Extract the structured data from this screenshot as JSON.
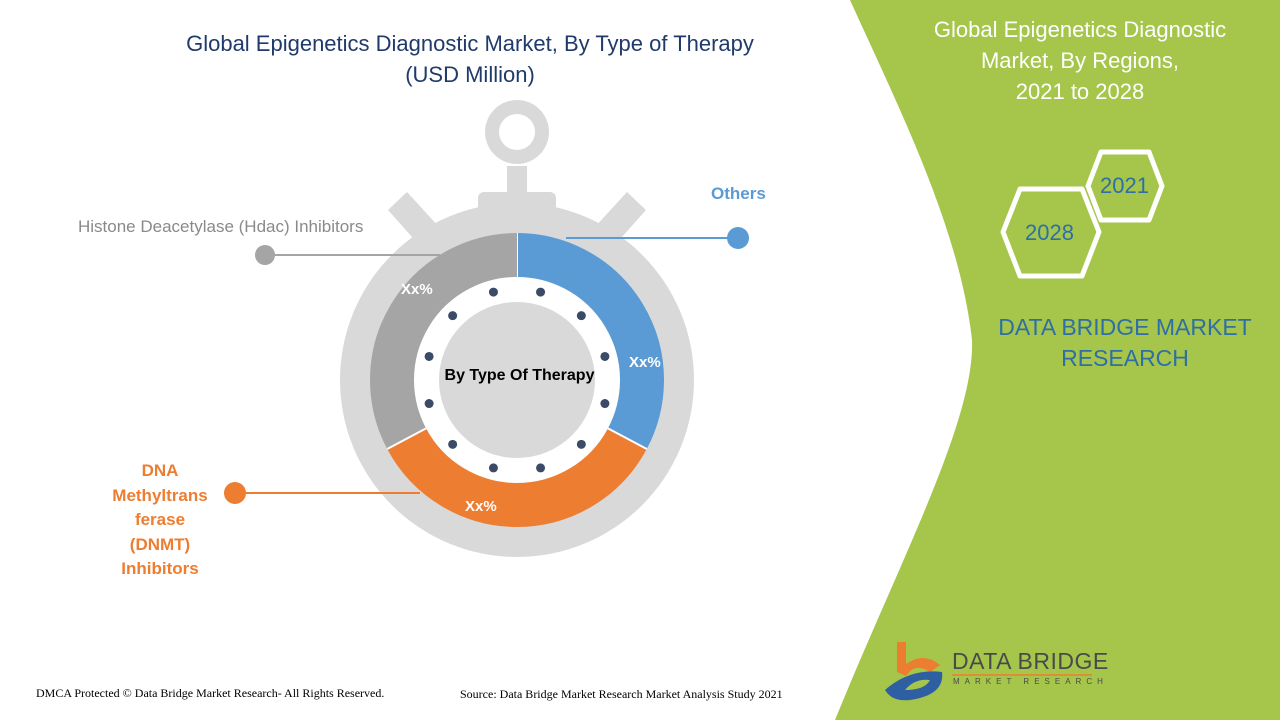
{
  "header": {
    "title_line1": "Global Epigenetics Diagnostic Market, By Type of Therapy",
    "title_line2": "(USD Million)"
  },
  "right_panel": {
    "title_line1": "Global Epigenetics Diagnostic",
    "title_line2": "Market, By Regions,",
    "title_line3": "2021 to 2028",
    "year_start": "2021",
    "year_end": "2028",
    "brand_line1": "DATA BRIDGE MARKET",
    "brand_line2": "RESEARCH",
    "color": "#a5c64a"
  },
  "chart_data": {
    "type": "pie",
    "title": "Global Epigenetics Diagnostic Market, By Type of Therapy (USD Million)",
    "center_label": "By Type Of Therapy",
    "segments": [
      {
        "name": "Others",
        "label": "Xx%",
        "color": "#5b9bd5"
      },
      {
        "name": "DNA Methyltransferase (DNMT) Inhibitors",
        "label": "Xx%",
        "color": "#ed7d31"
      },
      {
        "name": "Histone Deacetylase (Hdac) Inhibitors",
        "label": "Xx%",
        "color": "#a5a5a5"
      }
    ],
    "legend_labels": {
      "others": "Others",
      "hdac": "Histone Deacetylase (Hdac) Inhibitors",
      "dnmt_lines": [
        "DNA",
        "Methyltrans",
        "ferase",
        "(DNMT)",
        "Inhibitors"
      ]
    }
  },
  "footer": {
    "copyright": "DMCA Protected © Data Bridge Market Research- All Rights Reserved.",
    "source": "Source: Data Bridge Market Research Market Analysis Study 2021"
  },
  "logo": {
    "name": "DATA BRIDGE",
    "tagline": "MARKET RESEARCH"
  }
}
